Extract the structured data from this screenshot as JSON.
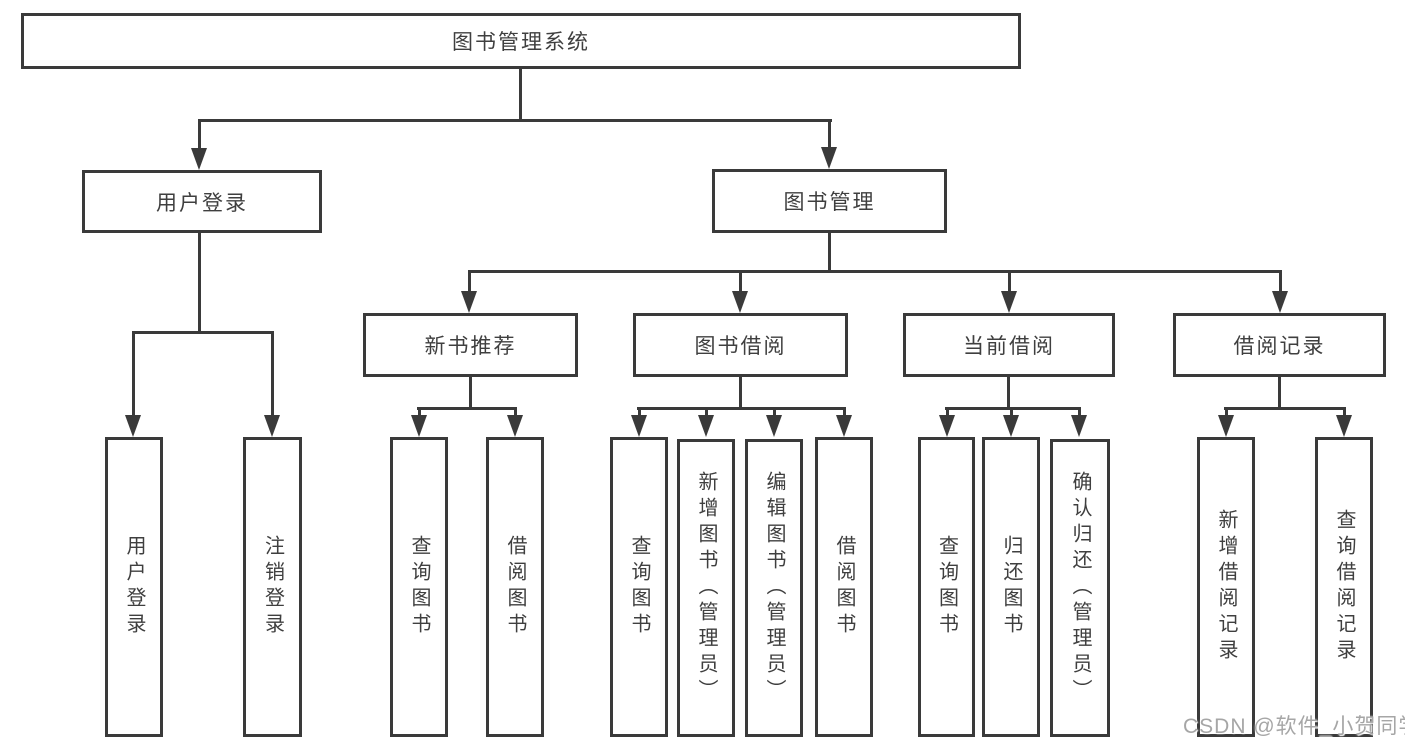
{
  "diagram": {
    "title": "图书管理系统",
    "tree": {
      "label": "图书管理系统",
      "children": [
        {
          "label": "用户登录",
          "children": [
            {
              "label": "用户登录"
            },
            {
              "label": "注销登录"
            }
          ]
        },
        {
          "label": "图书管理",
          "children": [
            {
              "label": "新书推荐",
              "children": [
                {
                  "label": "查询图书"
                },
                {
                  "label": "借阅图书"
                }
              ]
            },
            {
              "label": "图书借阅",
              "children": [
                {
                  "label": "查询图书"
                },
                {
                  "label": "新增图书（管理员）"
                },
                {
                  "label": "编辑图书（管理员）"
                },
                {
                  "label": "借阅图书"
                }
              ]
            },
            {
              "label": "当前借阅",
              "children": [
                {
                  "label": "查询图书"
                },
                {
                  "label": "归还图书"
                },
                {
                  "label": "确认归还（管理员）"
                }
              ]
            },
            {
              "label": "借阅记录",
              "children": [
                {
                  "label": "新增借阅记录"
                },
                {
                  "label": "查询借阅记录"
                }
              ]
            }
          ]
        }
      ]
    }
  },
  "watermark": "CSDN @软件_小贺同学",
  "colors": {
    "line": "#3a3a3a",
    "text": "#3f3f3f",
    "watermark": "#a6a6a6",
    "bg": "#ffffff"
  }
}
